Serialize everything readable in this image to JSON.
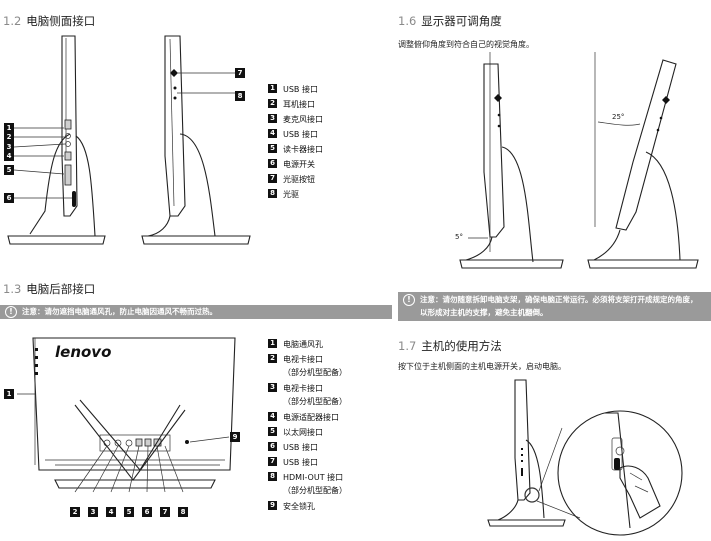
{
  "sec12": {
    "num": "1.2",
    "title": "电脑侧面接口",
    "legend": [
      "USB 接口",
      "耳机接口",
      "麦克风接口",
      "USB 接口",
      "读卡器接口",
      "电源开关",
      "光驱按钮",
      "光驱"
    ],
    "callouts_left": [
      "1",
      "2",
      "3",
      "4",
      "5",
      "6"
    ],
    "callouts_right": [
      "7",
      "8"
    ]
  },
  "sec13": {
    "num": "1.3",
    "title": "电脑后部接口",
    "warning": "注意：请勿遮挡电脑通风孔，防止电脑因通风不畅而过热。",
    "brand": "lenovo",
    "legend": [
      {
        "n": "1",
        "label": "电脑通风孔",
        "sub": ""
      },
      {
        "n": "2",
        "label": "电视卡接口",
        "sub": "（部分机型配备）"
      },
      {
        "n": "3",
        "label": "电视卡接口",
        "sub": "（部分机型配备）"
      },
      {
        "n": "4",
        "label": "电源适配器接口",
        "sub": ""
      },
      {
        "n": "5",
        "label": "以太网接口",
        "sub": ""
      },
      {
        "n": "6",
        "label": "USB 接口",
        "sub": ""
      },
      {
        "n": "7",
        "label": "USB 接口",
        "sub": ""
      },
      {
        "n": "8",
        "label": "HDMI-OUT 接口",
        "sub": "（部分机型配备）"
      },
      {
        "n": "9",
        "label": "安全锁孔",
        "sub": ""
      }
    ],
    "callouts_bottom": [
      "2",
      "3",
      "4",
      "5",
      "6",
      "7",
      "8"
    ],
    "callout_left": "1",
    "callout_right": "9"
  },
  "sec16": {
    "num": "1.6",
    "title": "显示器可调角度",
    "text": "调整俯仰角度到符合自己的视觉角度。",
    "angle_small": "5°",
    "angle_large": "25°",
    "warning_line1": "注意：请勿随意拆卸电脑支架，确保电脑正常运行。必须将支架打开成规定的角度，",
    "warning_line2": "以形成对主机的支撑，避免主机翻倒。"
  },
  "sec17": {
    "num": "1.7",
    "title": "主机的使用方法",
    "text": "按下位于主机侧面的主机电源开关，启动电脑。"
  }
}
